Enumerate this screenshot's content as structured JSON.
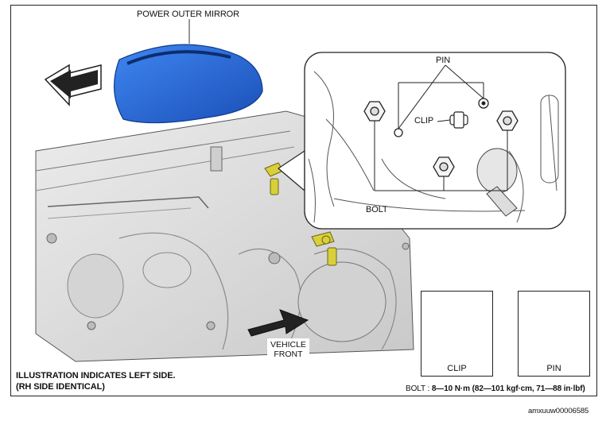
{
  "labels": {
    "power_outer_mirror": "POWER OUTER MIRROR",
    "pin_top": "PIN",
    "clip_mid": "CLIP",
    "bolt": "BOLT",
    "vehicle_front_1": "VEHICLE",
    "vehicle_front_2": "FRONT",
    "clip_detail": "CLIP",
    "pin_detail": "PIN"
  },
  "notes": {
    "line1": "ILLUSTRATION INDICATES LEFT SIDE.",
    "line2": "(RH SIDE IDENTICAL)",
    "bolt_torque_prefix": "BOLT : ",
    "bolt_torque_value": "8—10 N·m (82—101 kgf·cm, 71—88 in·lbf)"
  },
  "figure_id": "amxuuw00006585",
  "colors": {
    "mirror_blue": "#1f5fd6",
    "fastener_yellow": "#d9cf3a",
    "panel_gray": "#d9d9d9",
    "line": "#333333"
  },
  "icons": {
    "direction_arrow": "arrow-icon",
    "front_arrow": "arrow-icon"
  }
}
